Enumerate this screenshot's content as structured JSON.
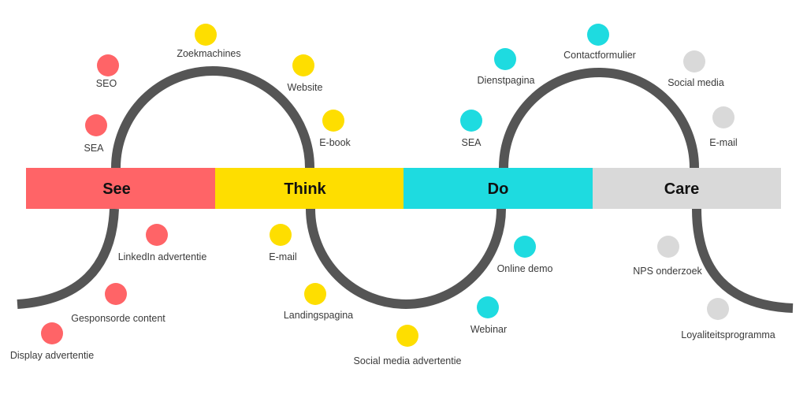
{
  "stages": [
    {
      "label": "See",
      "color": "#ff6467"
    },
    {
      "label": "Think",
      "color": "#fede00"
    },
    {
      "label": "Do",
      "color": "#1edbe0"
    },
    {
      "label": "Care",
      "color": "#d9d9d9"
    }
  ],
  "arc_color": "#555555",
  "nodes": {
    "see": [
      "SEO",
      "SEA",
      "LinkedIn advertentie",
      "Gesponsorde content",
      "Display advertentie"
    ],
    "think": [
      "Zoekmachines",
      "Website",
      "E-book",
      "E-mail",
      "Landingspagina",
      "Social media advertentie"
    ],
    "do": [
      "Dienstpagina",
      "SEA",
      "Contactformulier",
      "Online demo",
      "Webinar"
    ],
    "care": [
      "Social media",
      "E-mail",
      "NPS onderzoek",
      "Loyaliteitsprogramma"
    ]
  }
}
